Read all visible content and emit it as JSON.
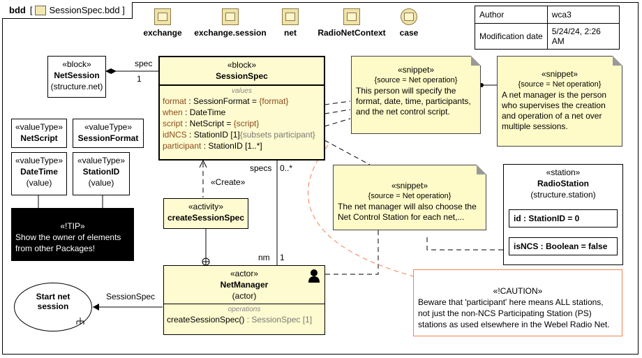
{
  "frame": {
    "kind": "bdd",
    "name": "SessionSpec.bdd"
  },
  "packages": [
    {
      "name": "exchange"
    },
    {
      "name": "exchange.session"
    },
    {
      "name": "net"
    },
    {
      "name": "RadioNetContext"
    },
    {
      "name": "case"
    }
  ],
  "meta": {
    "author_label": "Author",
    "author": "wca3",
    "mod_label": "Modification date",
    "mod_date": "5/24/24, 2:26 AM"
  },
  "net_session": {
    "stereotype": "«block»",
    "name": "NetSession",
    "sub": "(structure.net)"
  },
  "session_spec": {
    "stereotype": "«block»",
    "name": "SessionSpec",
    "values_header": "values",
    "values": [
      {
        "name": "format",
        "type": " : SessionFormat = ",
        "extra": "{format}"
      },
      {
        "name": "when",
        "type": " : DateTime",
        "extra": ""
      },
      {
        "name": "script",
        "type": " : NetScript = ",
        "extra": "{script}"
      },
      {
        "name": "idNCS",
        "type": " : StationID [1]",
        "extra": "{subsets participant}"
      },
      {
        "name": "participant",
        "type": " : StationID [1..*]",
        "extra": ""
      }
    ]
  },
  "value_types": [
    {
      "stereotype": "«valueType»",
      "name": "NetScript",
      "sub": ""
    },
    {
      "stereotype": "«valueType»",
      "name": "SessionFormat",
      "sub": ""
    },
    {
      "stereotype": "«valueType»",
      "name": "DateTime",
      "sub": "(value)"
    },
    {
      "stereotype": "«valueType»",
      "name": "StationID",
      "sub": "(value)"
    }
  ],
  "tip": {
    "title": "«!TIP»",
    "line1": "Show the owner of elements",
    "line2": "from other Packages!"
  },
  "snippet1": {
    "stereotype": "«snippet»",
    "source": "{source = Net operation}",
    "lines": [
      "This person will specify the",
      "format, date, time, participants,",
      "and the net control script."
    ]
  },
  "snippet2": {
    "stereotype": "«snippet»",
    "source": "{source = Net operation}",
    "lines": [
      "A net manager is the person",
      "who supervises the creation",
      "and operation of a net over",
      "multiple sessions."
    ]
  },
  "snippet3": {
    "stereotype": "«snippet»",
    "source": "{source = Net operation}",
    "lines": [
      "The net manager will also choose the",
      "Net Control Station for each net,..."
    ]
  },
  "radio_station": {
    "stereotype": "«station»",
    "name": "RadioStation",
    "sub": "(structure.station)",
    "id_prop": "id : StationID = 0",
    "ncs_prop": "isNCS : Boolean = false"
  },
  "activity": {
    "stereotype": "«activity»",
    "name": "createSessionSpec"
  },
  "net_manager": {
    "stereotype": "«actor»",
    "name": "NetManager",
    "sub": "(actor)",
    "ops_header": "operations",
    "op_name": "createSessionSpec()",
    "op_type": " : SessionSpec [1]"
  },
  "start": {
    "line1": "Start net",
    "line2": "session"
  },
  "caution": {
    "title": "«!CAUTION»",
    "lines": [
      "Beware that 'participant' here means ALL stations,",
      "not just the non-NCS Participating Station (PS)",
      "stations as used elsewhere in the Webel Radio Net."
    ]
  },
  "labels": {
    "spec": "spec",
    "spec_mult": "1",
    "create": "«Create»",
    "specs": "specs",
    "specs_mult": "0..*",
    "nm": "nm",
    "nm_mult": "1",
    "session_spec_flow": "SessionSpec"
  }
}
